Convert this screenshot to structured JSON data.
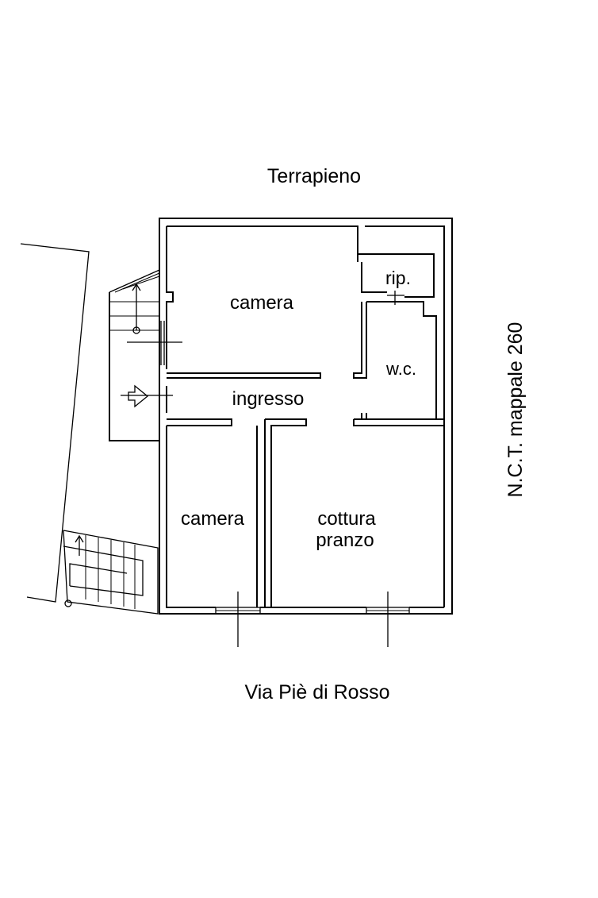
{
  "labels": {
    "top_street": "Terrapieno",
    "bottom_street": "Via Piè di Rosso",
    "side_parcel": "N.C.T. mappale 260"
  },
  "rooms": {
    "camera_top": "camera",
    "rip": "rip.",
    "wc": "w.c.",
    "ingresso": "ingresso",
    "camera_bottom": "camera",
    "cottura_line1": "cottura",
    "cottura_line2": "pranzo"
  },
  "colors": {
    "ink": "#000000",
    "paper": "#ffffff"
  }
}
